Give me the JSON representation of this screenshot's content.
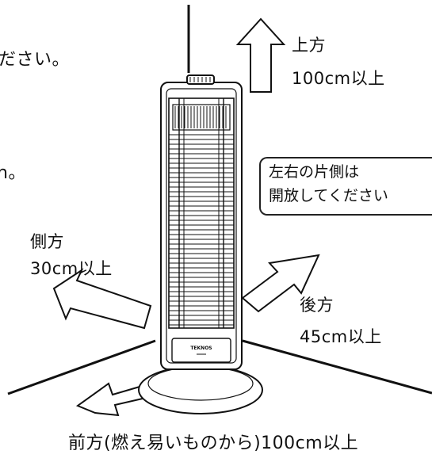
{
  "fragments": {
    "top_left": "ださい。",
    "mid_left": "n。"
  },
  "labels": {
    "up_direction": "上方",
    "up_distance": "100cm以上",
    "side_direction": "側方",
    "side_distance": "30cm以上",
    "back_direction": "後方",
    "back_distance": "45cm以上",
    "front_caption": "前方(燃え易いものから)100cm以上"
  },
  "note": {
    "line1": "左右の片側は",
    "line2": "開放してください"
  },
  "heater": {
    "brand": "TEKNOS"
  },
  "colors": {
    "ink": "#111111",
    "paper": "#ffffff"
  }
}
